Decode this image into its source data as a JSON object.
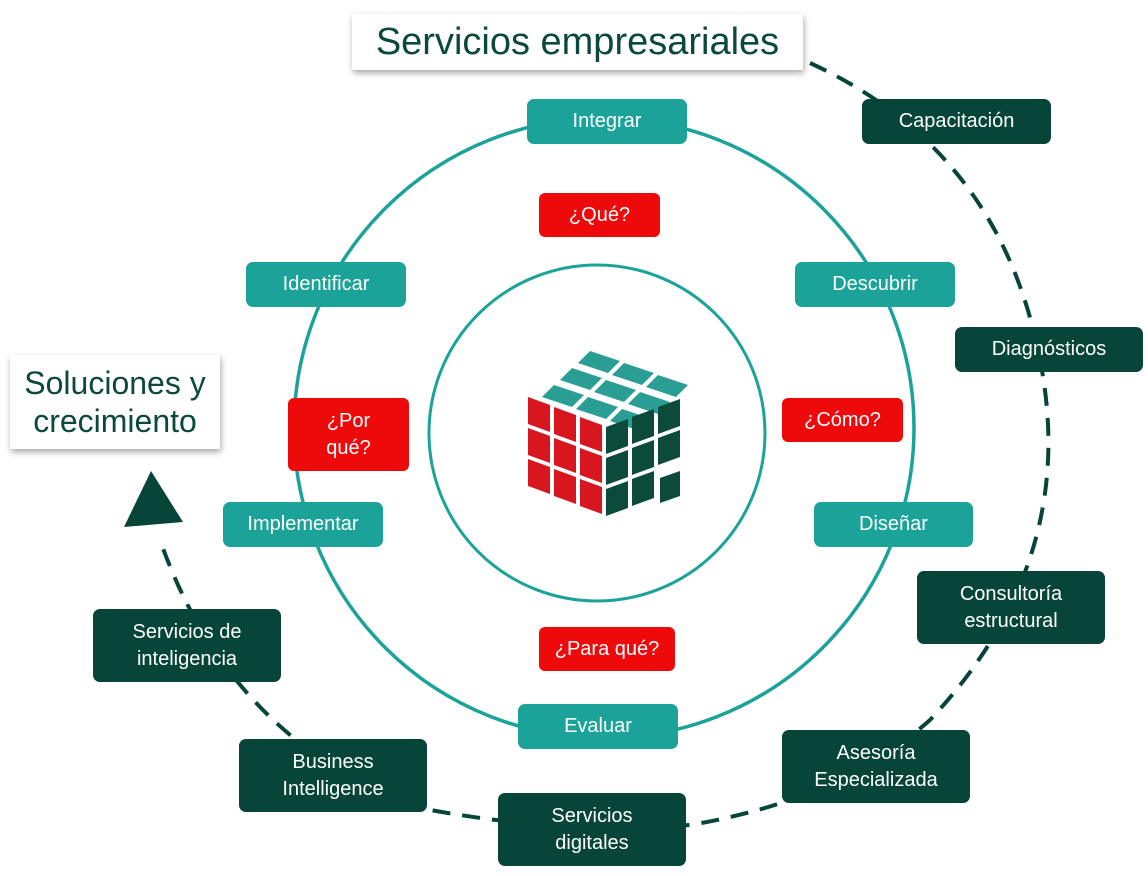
{
  "title": "Servicios empresariales",
  "side_title": "Soluciones y crecimiento",
  "process_steps": [
    "Integrar",
    "Descubrir",
    "Diseñar",
    "Evaluar",
    "Implementar",
    "Identificar"
  ],
  "questions": [
    "¿Qué?",
    "¿Cómo?",
    "¿Para qué?",
    "¿Por qué?"
  ],
  "services": [
    "Capacitación",
    "Diagnósticos",
    "Consultoría estructural",
    "Asesoría Especializada",
    "Servicios digitales",
    "Business Intelligence",
    "Servicios de inteligencia"
  ],
  "colors": {
    "teal": "#1ba39a",
    "dark_green": "#064537",
    "red": "#ee0a0a",
    "cube_teal": "#2a9d95",
    "cube_red": "#d8161f",
    "cube_dark": "#0c4a3c"
  },
  "icons": {
    "center": "rubiks-cube-icon",
    "arrow": "triangle-arrowhead-icon"
  }
}
